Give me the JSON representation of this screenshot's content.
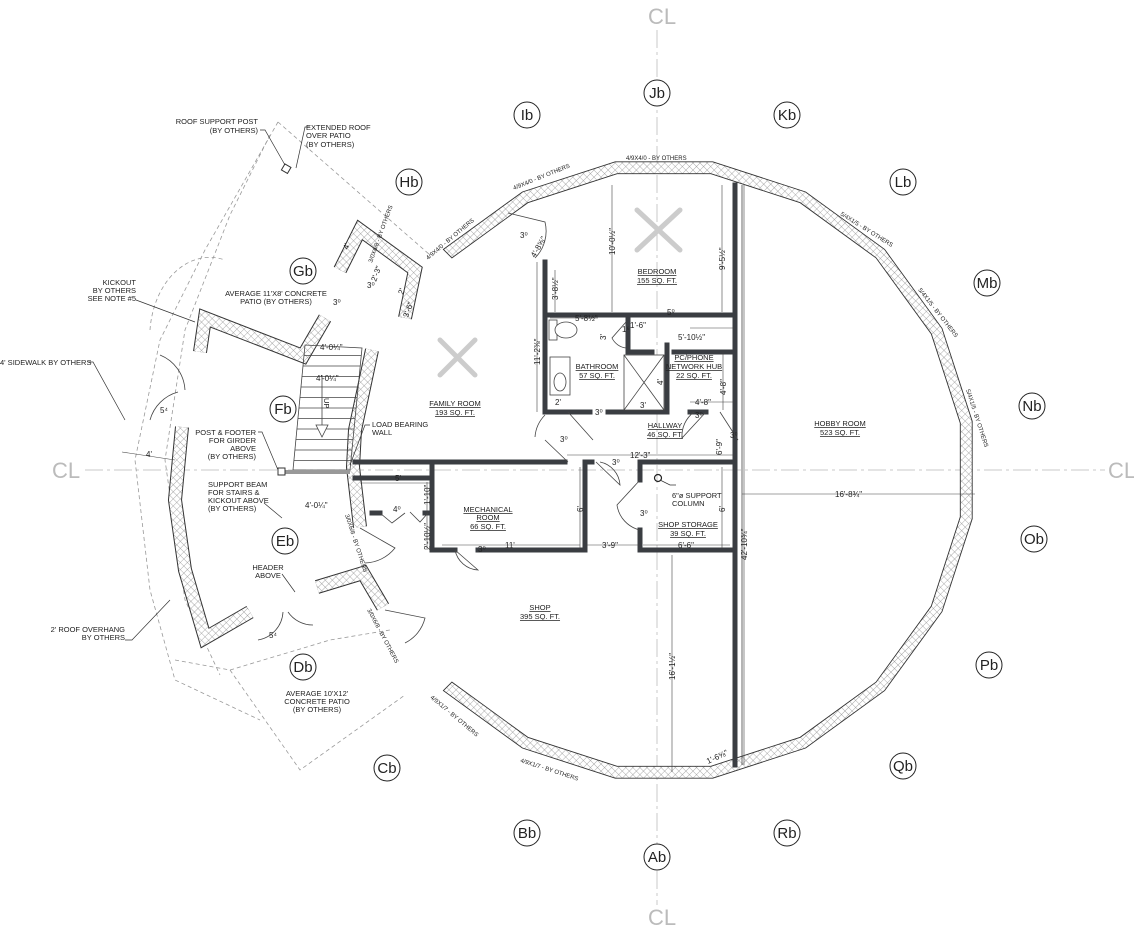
{
  "centerline_symbol": "CL",
  "grid_labels": [
    "Ab",
    "Bb",
    "Cb",
    "Db",
    "Eb",
    "Fb",
    "Gb",
    "Hb",
    "Ib",
    "Jb",
    "Kb",
    "Lb",
    "Mb",
    "Nb",
    "Ob",
    "Pb",
    "Qb",
    "Rb"
  ],
  "rooms": [
    {
      "name": "FAMILY ROOM",
      "area": "193 SQ. FT."
    },
    {
      "name": "BEDROOM",
      "area": "155 SQ. FT."
    },
    {
      "name": "BATHROOM",
      "area": "57 SQ. FT."
    },
    {
      "name": "PC/PHONE",
      "name2": "NETWORK HUB",
      "area": "22 SQ. FT."
    },
    {
      "name": "HALLWAY",
      "area": "46 SQ. FT."
    },
    {
      "name": "HOBBY ROOM",
      "area": "523 SQ. FT."
    },
    {
      "name": "MECHANICAL",
      "name2": "ROOM",
      "area": "66 SQ. FT."
    },
    {
      "name": "SHOP STORAGE",
      "area": "39 SQ. FT."
    },
    {
      "name": "SHOP",
      "area": "395 SQ. FT."
    }
  ],
  "notes": {
    "roof_post": [
      "ROOF SUPPORT POST",
      "(BY OTHERS)"
    ],
    "extended_roof": [
      "EXTENDED ROOF",
      "OVER PATIO",
      "(BY OTHERS)"
    ],
    "kickout": [
      "KICKOUT",
      "BY OTHERS",
      "SEE NOTE #5"
    ],
    "patio_top": [
      "AVERAGE 11'X8' CONCRETE",
      "PATIO (BY OTHERS)"
    ],
    "sidewalk": [
      "4' SIDEWALK BY OTHERS"
    ],
    "post_footer": [
      "POST & FOOTER",
      "FOR GIRDER",
      "ABOVE",
      "(BY OTHERS)"
    ],
    "load_bearing": [
      "LOAD BEARING",
      "WALL"
    ],
    "support_beam": [
      "SUPPORT BEAM",
      "FOR STAIRS &",
      "KICKOUT ABOVE",
      "(BY OTHERS)"
    ],
    "header": [
      "HEADER",
      "ABOVE"
    ],
    "roof_overhang": [
      "2' ROOF OVERHANG",
      "BY OTHERS"
    ],
    "patio_bottom": [
      "AVERAGE 10'X12'",
      "CONCRETE PATIO",
      "(BY OTHERS)"
    ],
    "support_column": [
      "6\"ø SUPPORT",
      "COLUMN"
    ],
    "stair_up": "UP"
  },
  "openings": {
    "window_top": "4/9X4/0 - BY OTHERS",
    "window_right": "5/4X1/5 - BY OTHERS",
    "window_bottom": "4/9X1/7 - BY OTHERS",
    "door_ext": "3/0X6/8 - BY OTHERS"
  },
  "door_sizes": [
    "3⁰",
    "4⁰",
    "5⁰",
    "5⁴",
    "1⁶"
  ],
  "dimensions": {
    "bed_h": "10'-0½\"",
    "bed_h2": "9'-5½\"",
    "bath_w": "5'-8½\"",
    "closet": "1'-6\"",
    "bath_h": "3'",
    "hub_w": "5'-10½\"",
    "hub_h": "4'-8\"",
    "hub_w2": "4'-8\"",
    "bed_left": "3'-8½\"",
    "fam_h": "11'-2⅜\"",
    "vanity": "2'",
    "shower": "3'",
    "shower_h": "4'",
    "hall": "12'-3\"",
    "hall_h": "6'-9\"",
    "door_jog": "4'-8⅝\"",
    "mech_w": "11'",
    "mech_h": "6'",
    "mech_gap": "3'-9\"",
    "store_w": "6'-6\"",
    "store_h": "6'",
    "dome_dia": "42'-10¾\"",
    "hobby": "16'-8¾\"",
    "shop_h": "16'-1½\"",
    "corner": "1'-6⅝\"",
    "stair_w": "4'-0¼\"",
    "stair_w2": "4'-0¼\"",
    "beam_w": "4'-0¼\"",
    "corridor": "5'",
    "corr_h": "1'-10\"",
    "corr_h2": "2'-10½\"",
    "vest_w": "4'",
    "vest_h": "2'-3\"",
    "vest_d": "3'-6\"",
    "vest_s": "2'",
    "sidewalk_w": "4'"
  },
  "colors": {
    "wall": "#3a3d42",
    "hatch": "#9a9a9a",
    "centerline": "#c8c8c8",
    "line": "#222222"
  }
}
